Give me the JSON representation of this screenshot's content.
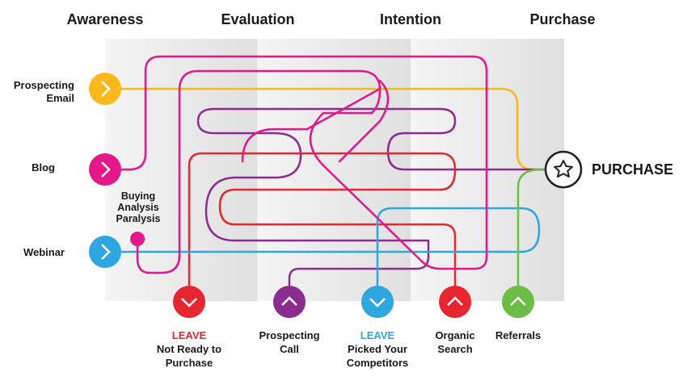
{
  "stages": [
    "Awareness",
    "Evaluation",
    "Intention",
    "Purchase"
  ],
  "sources": {
    "prospecting_email": [
      "Prospecting",
      "Email"
    ],
    "blog": "Blog",
    "webinar": "Webinar"
  },
  "note": [
    "Buying",
    "Analysis",
    "Paralysis"
  ],
  "purchase": "PURCHASE",
  "outcomes": {
    "leave1": {
      "tag": "LEAVE",
      "lines": [
        "Not Ready to",
        "Purchase"
      ]
    },
    "prospecting_call": {
      "lines": [
        "Prospecting",
        "Call"
      ]
    },
    "leave2": {
      "tag": "LEAVE",
      "lines": [
        "Picked Your",
        "Competitors"
      ]
    },
    "organic_search": {
      "lines": [
        "Organic",
        "Search"
      ]
    },
    "referrals": {
      "lines": [
        "Referrals"
      ]
    }
  },
  "colors": {
    "magenta": "#e5178a",
    "yellow": "#fbb81a",
    "blue": "#2ea7e0",
    "red": "#e8262f",
    "purple": "#8b2c8f",
    "green": "#6bbd45",
    "band_light": "#efefef",
    "band_dark": "#e2e2e2"
  }
}
